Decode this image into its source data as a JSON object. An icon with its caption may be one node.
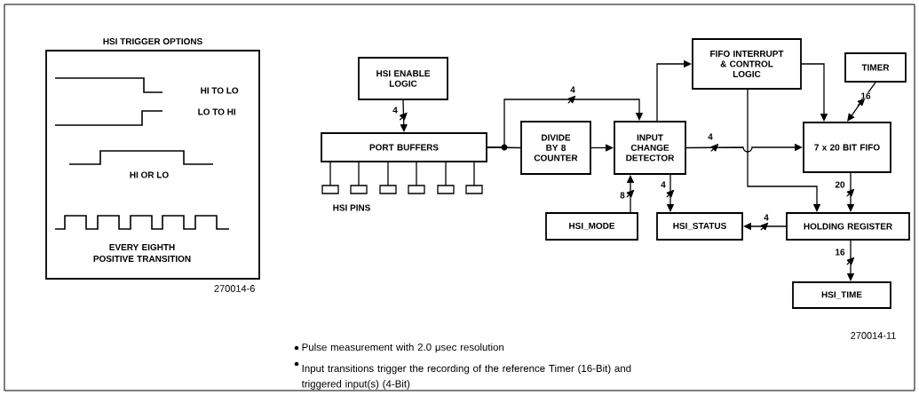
{
  "diagram": {
    "nodes": [
      {
        "text": [
          "HSI TRIGGER OPTIONS"
        ]
      },
      {
        "text": [
          "HSI ENABLE LOGIC"
        ]
      },
      {
        "text": [
          "PORT BUFFERS"
        ]
      },
      {
        "text": [
          "DIVIDE BY 8 COUNTER"
        ]
      },
      {
        "text": [
          "INPUT CHANGE DETECTOR"
        ]
      },
      {
        "text": [
          "FIFO INTERRUPT & CONTROL LOGIC"
        ]
      },
      {
        "text": [
          "TIMER"
        ]
      },
      {
        "text": [
          "7 x 20 BIT FIFO"
        ]
      },
      {
        "text": [
          "HSI_MODE"
        ]
      },
      {
        "text": [
          "HSI_STATUS"
        ]
      },
      {
        "text": [
          "HOLDING REGISTER"
        ]
      },
      {
        "text": [
          "HSI_TIME"
        ]
      }
    ],
    "edges": [
      {
        "from": 1,
        "to": 2,
        "arrow": "to",
        "label": "4"
      },
      {
        "from": 2,
        "to": 3,
        "arrow": "none"
      },
      {
        "from": 2,
        "to": 4,
        "arrow": "to",
        "label": "4"
      },
      {
        "from": 3,
        "to": 4,
        "arrow": "to"
      },
      {
        "from": 4,
        "to": 5,
        "arrow": "to"
      },
      {
        "from": 4,
        "to": 7,
        "arrow": "to",
        "label": "4"
      },
      {
        "from": 5,
        "to": 7,
        "arrow": "to"
      },
      {
        "from": 5,
        "to": 10,
        "arrow": "to"
      },
      {
        "from": 6,
        "to": 7,
        "arrow": "to",
        "label": "16"
      },
      {
        "from": 8,
        "to": 4,
        "arrow": "to",
        "label": "8"
      },
      {
        "from": 4,
        "to": 9,
        "arrow": "to",
        "label": "4"
      },
      {
        "from": 7,
        "to": 10,
        "arrow": "to",
        "label": "20"
      },
      {
        "from": 10,
        "to": 9,
        "arrow": "to",
        "label": "4"
      },
      {
        "from": 10,
        "to": 11,
        "arrow": "to",
        "label": "16"
      }
    ],
    "labels": [
      "HSI PINS",
      "HI TO LO",
      "LO TO HI",
      "HI OR LO",
      "EVERY EIGHTH POSITIVE TRANSITION",
      "270014-6",
      "270014-11",
      "Pulse measurement with 2.0 μsec resolution",
      "Input transitions trigger the recording of the reference Timer (16-Bit) and triggered input(s) (4-Bit)"
    ]
  }
}
